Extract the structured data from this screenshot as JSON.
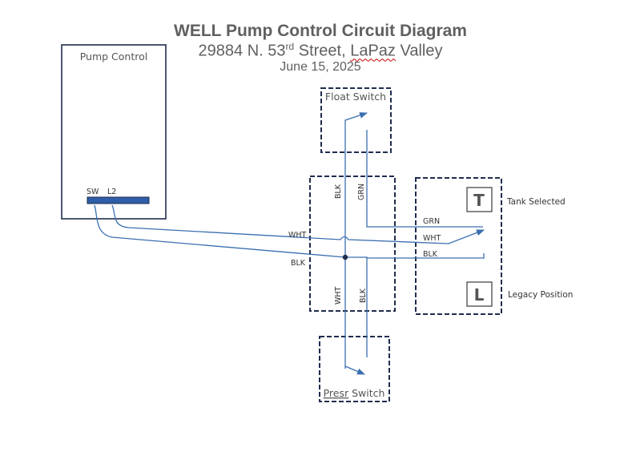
{
  "title": {
    "line1": "WELL Pump Control Circuit Diagram",
    "line2_pre": "29884 N. 53",
    "line2_sup": "rd",
    "line2_mid": " Street, ",
    "line2_squig": "LaPaz",
    "line2_post": " Valley",
    "line3": "June 15, 2025"
  },
  "pump_control": {
    "label": "Pump Control",
    "sw": "SW",
    "l2": "L2",
    "terminal_color": "#2e5ea8"
  },
  "float_switch": {
    "label": "Float Switch"
  },
  "pressure_switch": {
    "label_squig": "Presr",
    "label_rest": " Switch"
  },
  "junction": {
    "top_left": "BLK",
    "top_right": "GRN",
    "bottom_left": "WHT",
    "bottom_right": "BLK"
  },
  "wires": {
    "wht_left": "WHT",
    "blk_left": "BLK",
    "grn_right": "GRN",
    "wht_right": "WHT",
    "blk_right": "BLK"
  },
  "selector": {
    "top": "T",
    "bottom": "L",
    "top_label": "Tank Selected",
    "bottom_label": "Legacy Position"
  },
  "colors": {
    "wire": "#3a6fb0",
    "dashed_border": "#1f2d4d",
    "text": "#606060"
  }
}
